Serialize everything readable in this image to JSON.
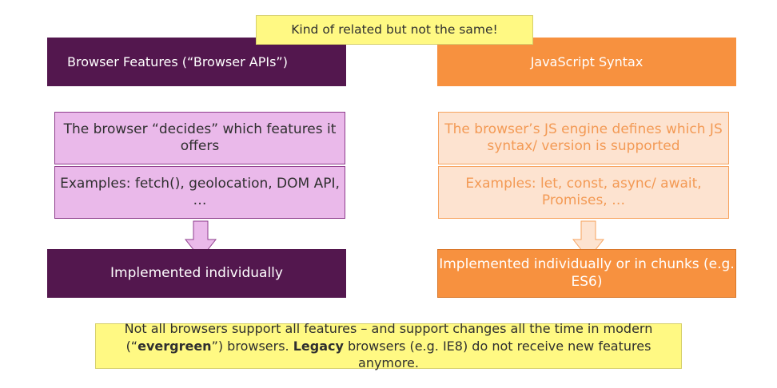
{
  "callout": {
    "text": "Kind of related but not the same!"
  },
  "left": {
    "header": "Browser Features (“Browser APIs”)",
    "box1": "The browser “decides” which features it offers",
    "box2": "Examples: fetch(), geolocation, DOM API, …",
    "result": "Implemented individually"
  },
  "right": {
    "header": "JavaScript Syntax",
    "box1": "The browser’s JS engine defines which JS syntax/ version is supported",
    "box2": "Examples: let, const, async/ await, Promises, …",
    "result": "Implemented individually or in chunks (e.g. ES6)"
  },
  "footer": {
    "part1": "Not all browsers support all features – and support changes all the time in modern (“",
    "bold1": "evergreen",
    "part2": "”) browsers. ",
    "bold2": "Legacy",
    "part3": " browsers (e.g. IE8) do not receive new features anymore."
  },
  "colors": {
    "dark_purple": "#53174e",
    "orange": "#f7913f",
    "pink": "#eab9ea",
    "peach": "#fde3d0",
    "yellow": "#fff983"
  }
}
